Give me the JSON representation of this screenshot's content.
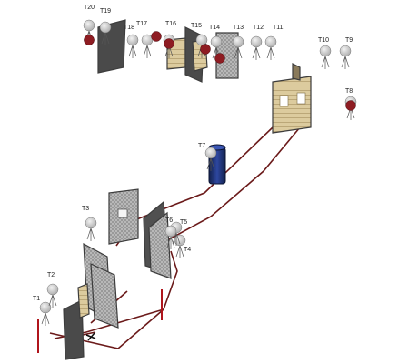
{
  "targets": [
    {
      "id": "T1",
      "label": "T1",
      "type": "paper"
    },
    {
      "id": "T2",
      "label": "T2",
      "type": "paper"
    },
    {
      "id": "T3",
      "label": "T3",
      "type": "paper"
    },
    {
      "id": "T4",
      "label": "T4",
      "type": "paper"
    },
    {
      "id": "T5",
      "label": "T5",
      "type": "paper"
    },
    {
      "id": "T6",
      "label": "T6",
      "type": "paper"
    },
    {
      "id": "T7",
      "label": "T7",
      "type": "paper"
    },
    {
      "id": "T8",
      "label": "T8",
      "type": "paper-with-popper"
    },
    {
      "id": "T9",
      "label": "T9",
      "type": "paper"
    },
    {
      "id": "T10",
      "label": "T10",
      "type": "paper"
    },
    {
      "id": "T11",
      "label": "T11",
      "type": "paper"
    },
    {
      "id": "T12",
      "label": "T12",
      "type": "paper"
    },
    {
      "id": "T13",
      "label": "T13",
      "type": "paper"
    },
    {
      "id": "T14",
      "label": "T14",
      "type": "paper-with-popper"
    },
    {
      "id": "T15",
      "label": "T15",
      "type": "paper-with-popper"
    },
    {
      "id": "T16",
      "label": "T16",
      "type": "paper-with-popper"
    },
    {
      "id": "T17",
      "label": "T17",
      "type": "paper-with-popper"
    },
    {
      "id": "T18",
      "label": "T18",
      "type": "paper"
    },
    {
      "id": "T19",
      "label": "T19",
      "type": "paper-with-popper"
    },
    {
      "id": "T20",
      "label": "T20",
      "type": "paper-with-popper"
    }
  ],
  "colors": {
    "path": "#6b1a1a",
    "fault_line": "#b0151c",
    "popper": "#8e1c22",
    "barrel": "#1d2f6b",
    "wall_frame": "#3c3c3c",
    "mesh": "#9a9a9a",
    "wood": "#d8c79a",
    "target_paper": "#d9d9d9",
    "background": "#ffffff"
  }
}
